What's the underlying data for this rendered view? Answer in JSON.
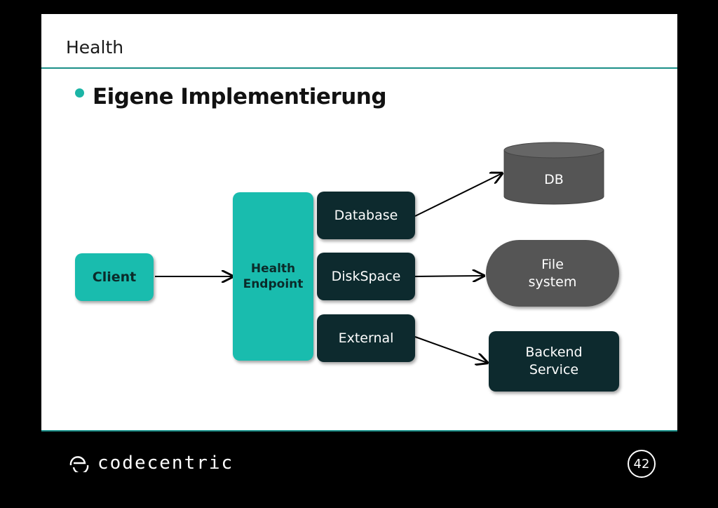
{
  "slide": {
    "title": "Health",
    "bullet": "Eigene Implementierung"
  },
  "diagram": {
    "client": "Client",
    "health_endpoint": "Health\nEndpoint",
    "checks": [
      "Database",
      "DiskSpace",
      "External"
    ],
    "db": "DB",
    "file_system": "File\nsystem",
    "backend_service": "Backend\nService"
  },
  "footer": {
    "brand": "codecentric",
    "page_number": "42"
  },
  "colors": {
    "accent_teal": "#19bcae",
    "dark_box": "#0d2a2e",
    "grey_box": "#555555",
    "rule": "#1b8f88"
  }
}
